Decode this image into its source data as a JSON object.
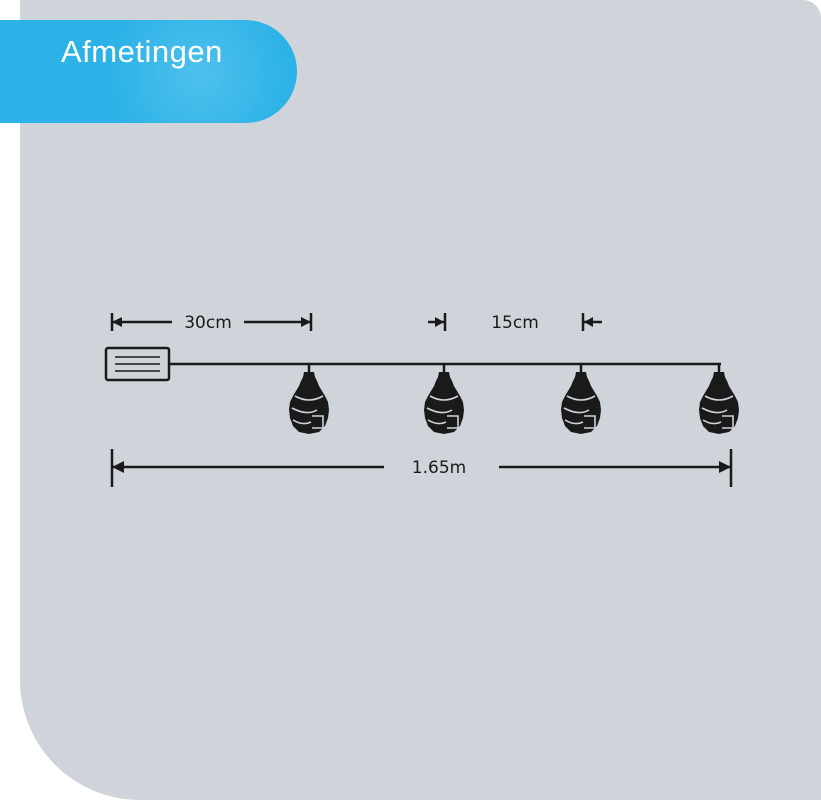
{
  "header": {
    "title": "Afmetingen"
  },
  "dimensions": {
    "first_bulb_offset": "30cm",
    "bulb_spacing": "15cm",
    "total_length": "1.65m"
  },
  "diagram": {
    "bulb_count": 4
  },
  "colors": {
    "tab": "#2cb2e6",
    "panel": "#cfd4da",
    "line": "#1a1a1a"
  }
}
